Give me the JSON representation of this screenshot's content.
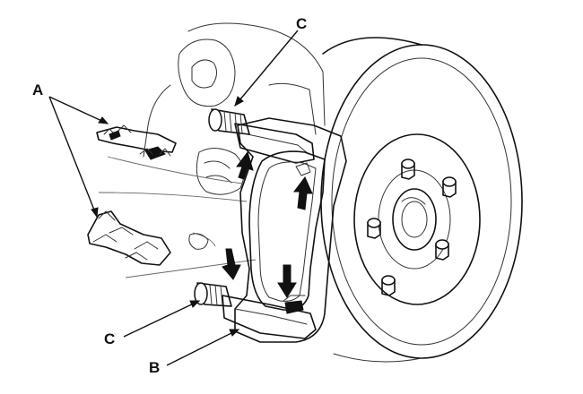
{
  "diagram": {
    "callouts": {
      "a": "A",
      "b": "B",
      "c_top": "C",
      "c_bottom": "C"
    }
  }
}
